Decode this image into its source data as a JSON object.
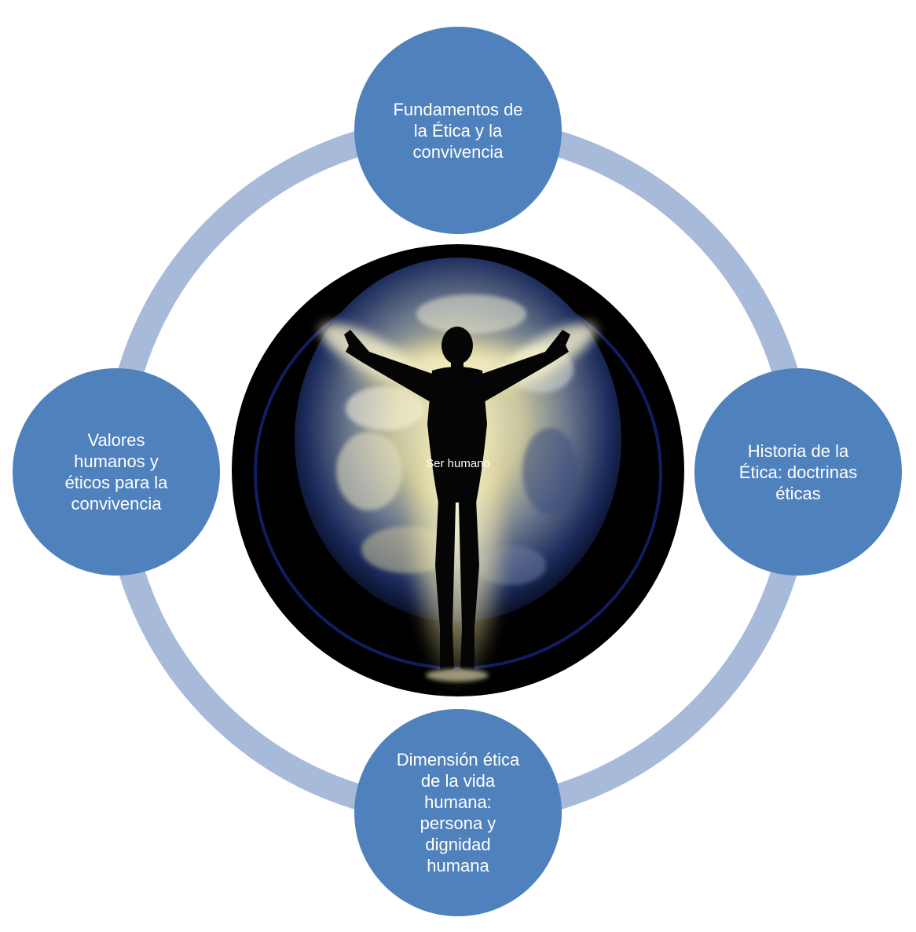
{
  "colors": {
    "node_fill": "#4f81bd",
    "ring": "#a8bad9",
    "center_bg": "#000000",
    "label": "#ffffff"
  },
  "center": {
    "label": "Ser humano",
    "image": "human-silhouette-over-earth"
  },
  "nodes": [
    {
      "id": "top",
      "label": "Fundamentos de\nla Ética  y la\nconvivencia"
    },
    {
      "id": "right",
      "label": "Historia de la\nÉtica: doctrinas\néticas"
    },
    {
      "id": "bottom",
      "label": "Dimensión ética\nde la vida\nhumana:\npersona y\ndignidad\nhumana"
    },
    {
      "id": "left",
      "label": "Valores\nhumanos y\néticos para la\nconvivencia"
    }
  ]
}
